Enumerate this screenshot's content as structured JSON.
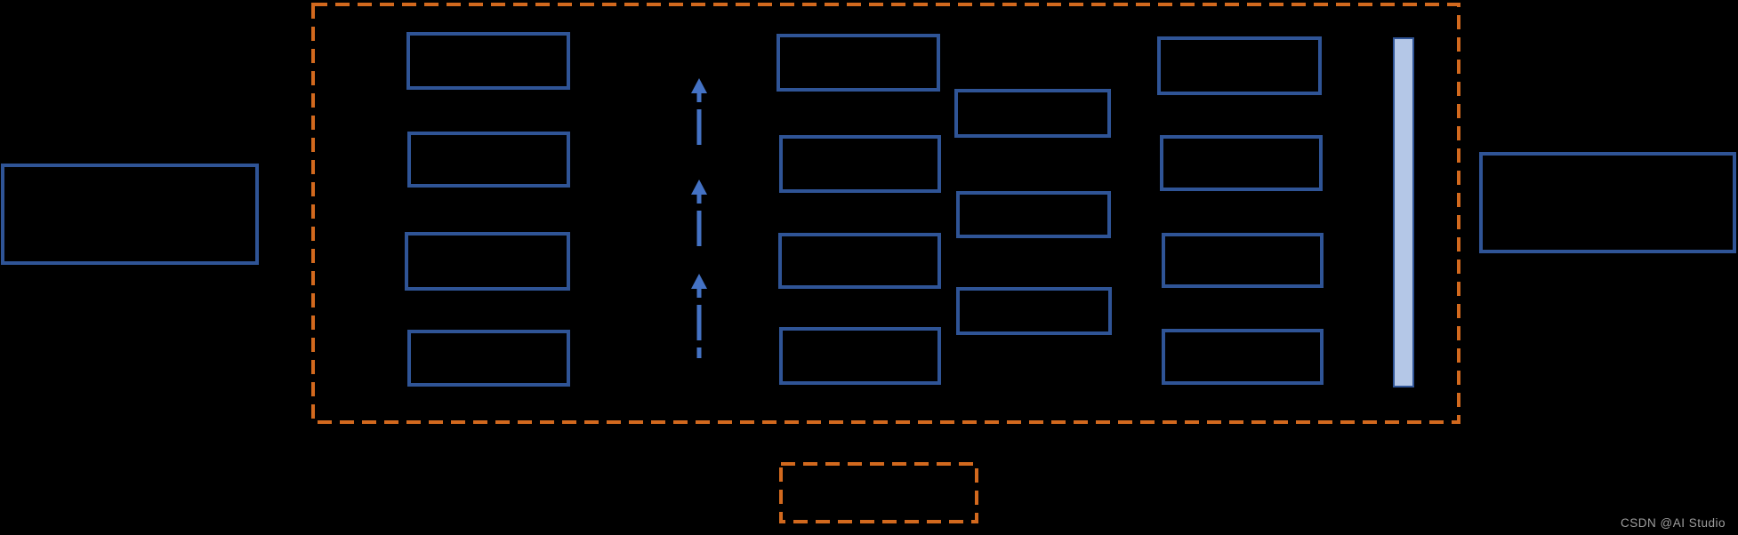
{
  "watermark": {
    "text": "CSDN @AI Studio"
  },
  "colors": {
    "background": "#000000",
    "blue_box_border": "#2F5496",
    "arrow_blue": "#4472C4",
    "vertical_bar_fill": "#B4C7E7",
    "orange_dashed": "#D2691E",
    "watermark_gray": "#9E9E9E"
  },
  "diagram": {
    "type": "flow-architecture",
    "left_input_box": {
      "visible_text": ""
    },
    "main_dashed_container": {
      "column1_box_count": 4,
      "up_arrow_count": 3,
      "up_arrow_style": "dashed, pointing up",
      "column2_box_count": 4,
      "column2_offset_box_count": 3,
      "column3_box_count": 4,
      "vertical_bar_text": ""
    },
    "right_output_box": {
      "visible_text": ""
    },
    "bottom_dashed_box": {
      "visible_text": ""
    }
  }
}
